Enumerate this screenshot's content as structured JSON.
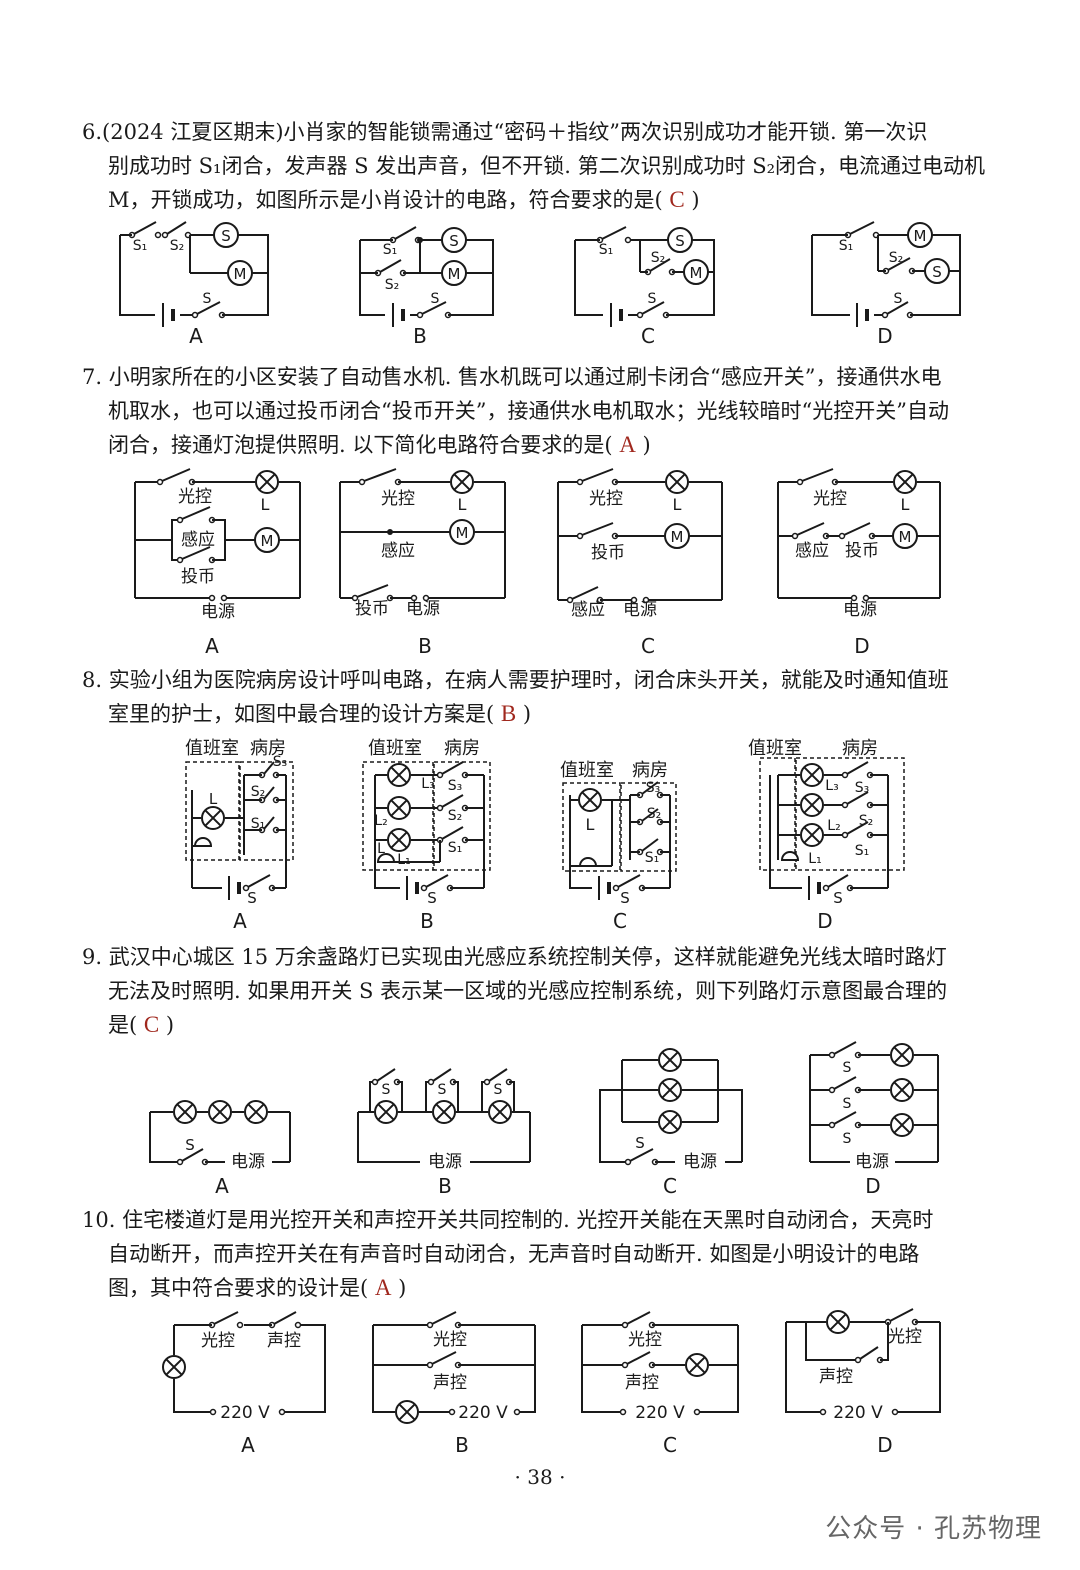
{
  "q6": {
    "line1": "6.(2024 江夏区期末)小肖家的智能锁需通过“密码＋指纹”两次识别成功才能开锁. 第一次识",
    "line2": "别成功时 S₁闭合，发声器 S 发出声音，但不开锁. 第二次识别成功时 S₂闭合，电流通过电动机",
    "line3_pre": "M，开锁成功，如图所示是小肖设计的电路，符合要求的是(  ",
    "answer": "C",
    "line3_post": "  )",
    "labels": {
      "s1": "S₁",
      "s2": "S₂",
      "s": "S",
      "m": "M",
      "sound": "S"
    },
    "options": [
      "A",
      "B",
      "C",
      "D"
    ]
  },
  "q7": {
    "line1": "7. 小明家所在的小区安装了自动售水机. 售水机既可以通过刷卡闭合“感应开关”，接通供水电",
    "line2": "机取水，也可以通过投币闭合“投币开关”，接通供水电机取水；光线较暗时“光控开关”自动",
    "line3_pre": "闭合，接通灯泡提供照明. 以下简化电路符合要求的是(  ",
    "answer": "A",
    "line3_post": "  )",
    "labels": {
      "light": "光控",
      "sense": "感应",
      "coin": "投币",
      "power": "电源",
      "l": "L",
      "m": "M"
    },
    "options": [
      "A",
      "B",
      "C",
      "D"
    ]
  },
  "q8": {
    "line1": "8. 实验小组为医院病房设计呼叫电路，在病人需要护理时，闭合床头开关，就能及时通知值班",
    "line2_pre": "室里的护士，如图中最合理的设计方案是(  ",
    "answer": "B",
    "line2_post": "  )",
    "labels": {
      "duty": "值班室",
      "ward": "病房",
      "l": "L",
      "l1": "L₁",
      "l2": "L₂",
      "l3": "L₃",
      "s": "S",
      "s1": "S₁",
      "s2": "S₂",
      "s3": "S₃"
    },
    "options": [
      "A",
      "B",
      "C",
      "D"
    ]
  },
  "q9": {
    "line1": "9. 武汉中心城区 15 万余盏路灯已实现由光感应系统控制关停，这样就能避免光线太暗时路灯",
    "line2": "无法及时照明. 如果用开关 S 表示某一区域的光感应控制系统，则下列路灯示意图最合理的",
    "line3_pre": "是(  ",
    "answer": "C",
    "line3_post": "  )",
    "labels": {
      "s": "S",
      "power": "电源"
    },
    "options": [
      "A",
      "B",
      "C",
      "D"
    ]
  },
  "q10": {
    "line1": "10. 住宅楼道灯是用光控开关和声控开关共同控制的. 光控开关能在天黑时自动闭合，天亮时",
    "line2": "自动断开，而声控开关在有声音时自动闭合，无声音时自动断开. 如图是小明设计的电路",
    "line3_pre": "图，其中符合要求的设计是(  ",
    "answer": "A",
    "line3_post": "  )",
    "labels": {
      "light": "光控",
      "sound": "声控",
      "v": "220 V"
    },
    "options": [
      "A",
      "B",
      "C",
      "D"
    ]
  },
  "page_number": "· 38 ·",
  "watermark": "公众号 · 孔苏物理"
}
